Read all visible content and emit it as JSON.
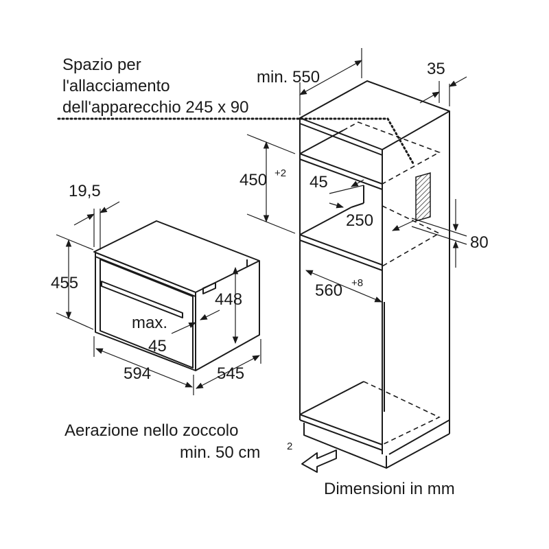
{
  "connection_note": {
    "line1": "Spazio per",
    "line2": "l'allacciamento",
    "line3": "dell'apparecchio 245 x 90"
  },
  "cabinet_dims": {
    "depth_min": "min. 550",
    "side_gap": "35",
    "niche_height": "450",
    "niche_height_tol": "+2",
    "shelf_depth": "45",
    "shelf_offset": "250",
    "rear_gap": "80",
    "inner_width": "560",
    "inner_width_tol": "+8"
  },
  "appliance_dims": {
    "panel_depth": "19,5",
    "total_height": "455",
    "body_height": "448",
    "max_label": "max.",
    "max_value": "45",
    "width": "594",
    "depth": "545"
  },
  "ventilation_note": {
    "line1": "Aerazione nello zoccolo",
    "line2": "min. 50 cm",
    "line2_sup": "2"
  },
  "units_note": "Dimensioni in mm"
}
